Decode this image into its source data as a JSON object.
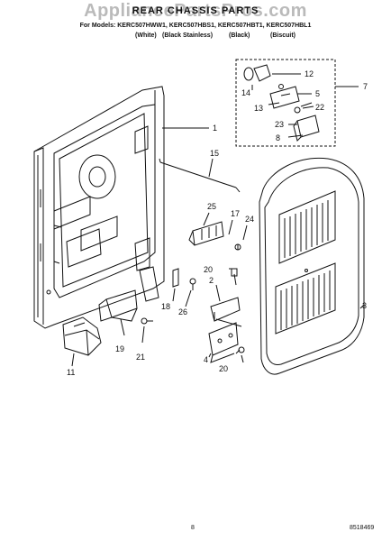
{
  "watermark": "AppliancePartsPros.com",
  "header": {
    "title": "REAR CHASSIS PARTS",
    "models": "For Models: KERC507HWW1, KERC507HBS1, KERC507HBT1, KERC507HBL1",
    "variants": [
      "(White)",
      "(Black Stainless)",
      "(Black)",
      "(Biscuit)"
    ]
  },
  "callouts": [
    "12",
    "7",
    "14",
    "5",
    "13",
    "22",
    "23",
    "8",
    "1",
    "15",
    "25",
    "17",
    "24",
    "20",
    "2",
    "3",
    "18",
    "26",
    "19",
    "21",
    "4",
    "20",
    "11"
  ],
  "footer": {
    "page": "8",
    "part_number": "8518469"
  }
}
